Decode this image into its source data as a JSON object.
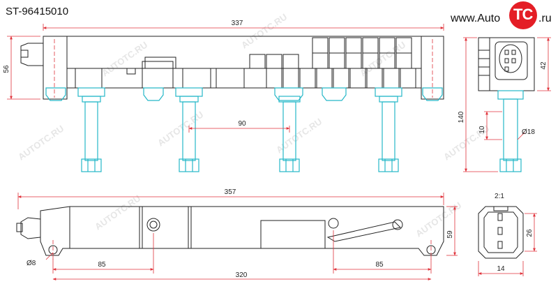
{
  "part_number": "ST-96415010",
  "logo": {
    "prefix": "www.Auto",
    "mark": "TC",
    "suffix": ".ru"
  },
  "watermark": "AUTOTC.RU",
  "scale_label": "2:1",
  "dimensions": {
    "top_length": "337",
    "top_height": "56",
    "spacing": "90",
    "side_height": "42",
    "total_height": "140",
    "boot_depth": "10",
    "boot_diameter": "Ø18",
    "bottom_length": "357",
    "bottom_height": "59",
    "left_offset": "85",
    "right_offset": "85",
    "hole_spacing": "320",
    "hole_diameter": "Ø8",
    "connector_height": "26",
    "connector_width": "14"
  },
  "colors": {
    "outline": "#222222",
    "dimension": "#e0333b",
    "boot": "#26b8c8",
    "accent": "#e41e26"
  }
}
